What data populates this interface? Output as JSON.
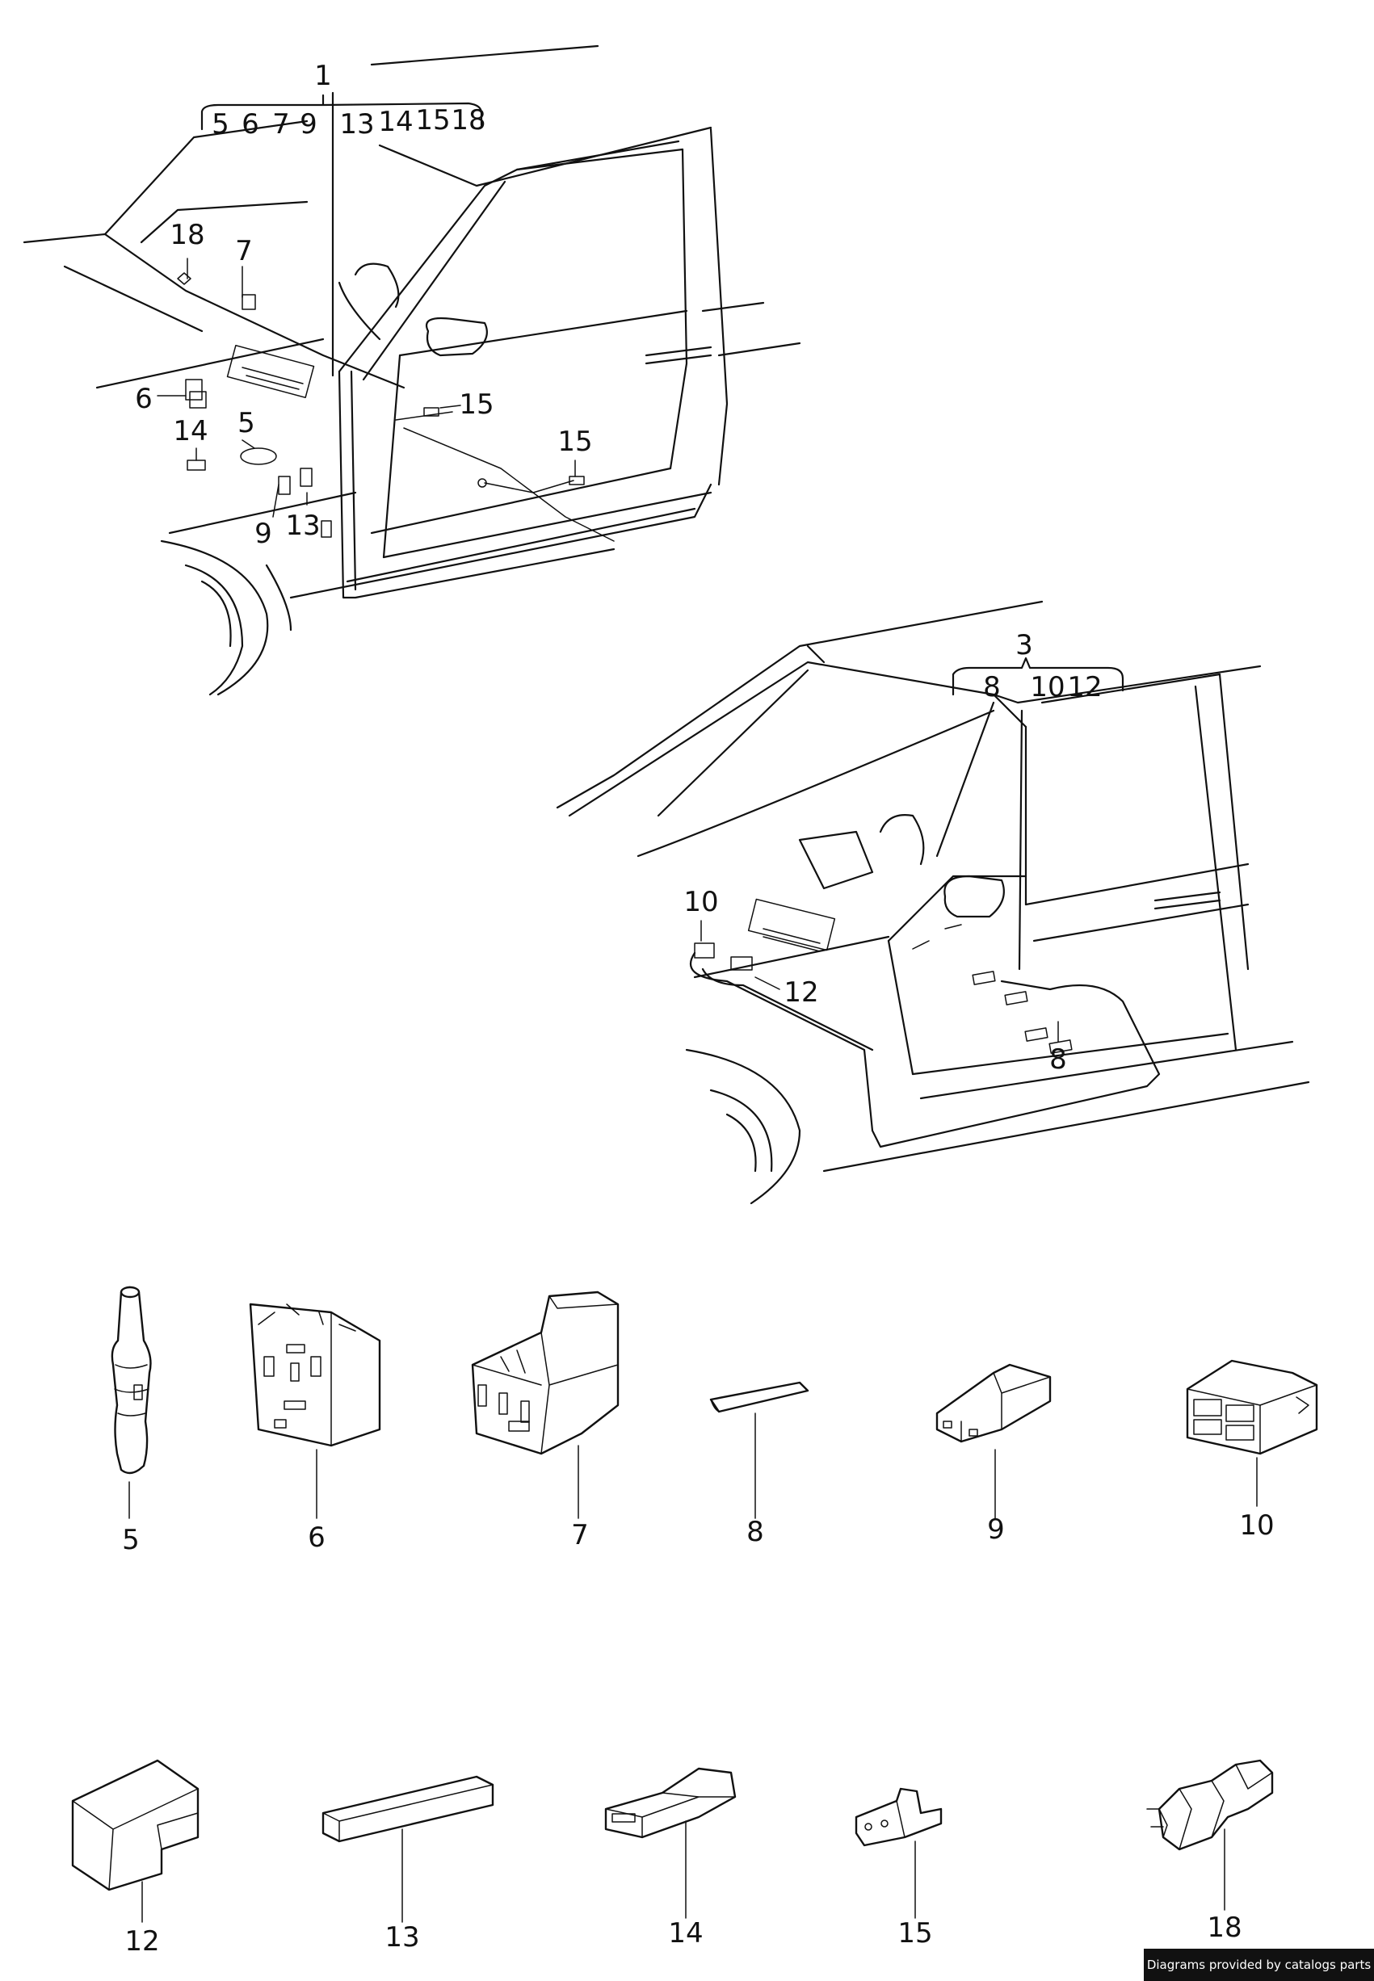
{
  "callouts": {
    "group1": {
      "number": "1",
      "items": [
        "5",
        "6",
        "7",
        "9",
        "13",
        "14",
        "15",
        "18"
      ]
    },
    "group3": {
      "number": "3",
      "items": [
        "8",
        "10",
        "12"
      ]
    },
    "view1": {
      "c18": "18",
      "c7": "7",
      "c6": "6",
      "c5": "5",
      "c14": "14",
      "c9": "9",
      "c13": "13",
      "c15a": "15",
      "c15b": "15"
    },
    "view2": {
      "c10": "10",
      "c12": "12",
      "c8": "8"
    }
  },
  "parts": [
    {
      "id": "5",
      "label": "5"
    },
    {
      "id": "6",
      "label": "6"
    },
    {
      "id": "7",
      "label": "7"
    },
    {
      "id": "8",
      "label": "8"
    },
    {
      "id": "9",
      "label": "9"
    },
    {
      "id": "10",
      "label": "10"
    },
    {
      "id": "12",
      "label": "12"
    },
    {
      "id": "13",
      "label": "13"
    },
    {
      "id": "14",
      "label": "14"
    },
    {
      "id": "15",
      "label": "15"
    },
    {
      "id": "18",
      "label": "18"
    }
  ],
  "footer": {
    "credit": "Diagrams provided by catalogs parts"
  }
}
